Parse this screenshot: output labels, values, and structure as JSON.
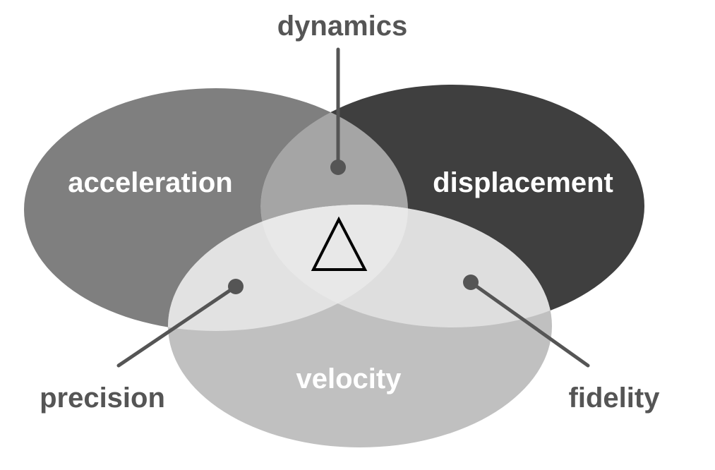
{
  "sets": {
    "acceleration": {
      "label": "acceleration",
      "color": "#7f7f7f"
    },
    "displacement": {
      "label": "displacement",
      "color": "#3f3f3f"
    },
    "velocity": {
      "label": "velocity",
      "color": "#c0c0c0"
    }
  },
  "intersections": {
    "acceleration_displacement": {
      "label": "dynamics",
      "color": "#a5a5a5"
    },
    "acceleration_velocity": {
      "label": "precision",
      "color": "#e2e2e2"
    },
    "displacement_velocity": {
      "label": "fidelity",
      "color": "#dedede"
    },
    "center": {
      "symbol": "Δ",
      "color": "#e8e8e8"
    }
  },
  "colors": {
    "callout_text": "#555555",
    "inner_text": "#ffffff",
    "background": "#ffffff"
  }
}
